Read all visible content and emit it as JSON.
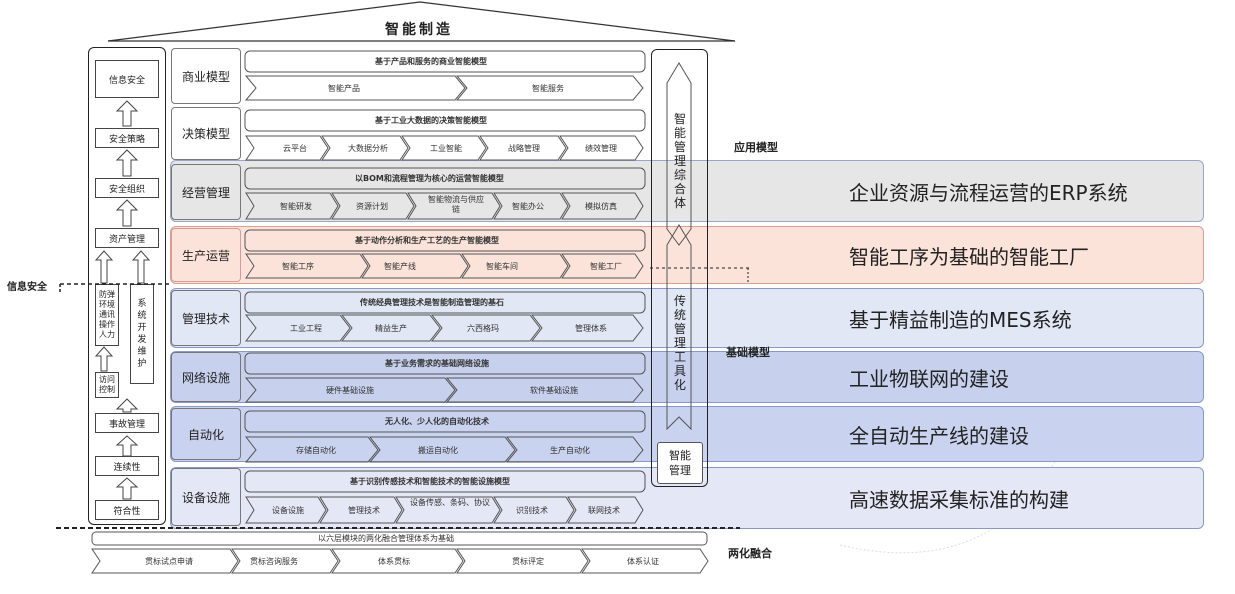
{
  "roof_title": "智能制造",
  "left_column": {
    "items": [
      "信息安全",
      "安全策略",
      "安全组织",
      "资产管理",
      "访问控制",
      "事故管理",
      "连续性",
      "符合性"
    ],
    "vert_a": "防弹环境通讯操作人力",
    "vert_b": "系统开发维护"
  },
  "side_label": "信息安全",
  "rows": [
    {
      "cat": "商业模型",
      "header": "基于产品和服务的商业智能模型",
      "items": [
        "智能产品",
        "智能服务"
      ]
    },
    {
      "cat": "决策模型",
      "header": "基于工业大数据的决策智能模型",
      "items": [
        "云平台",
        "大数据分析",
        "工业智能",
        "战略管理",
        "绩效管理"
      ]
    },
    {
      "cat": "经营管理",
      "header": "以BOM和流程管理为核心的运营智能模型",
      "items": [
        "智能研发",
        "资源计划",
        "智能物流与供应链",
        "智能办公",
        "模拟仿真"
      ]
    },
    {
      "cat": "生产运营",
      "header": "基于动作分析和生产工艺的生产智能模型",
      "items": [
        "智能工序",
        "智能产线",
        "智能车间",
        "智能工厂"
      ]
    },
    {
      "cat": "管理技术",
      "header": "传统经典管理技术是智能制造管理的基石",
      "items": [
        "工业工程",
        "精益生产",
        "六西格玛",
        "管理体系"
      ]
    },
    {
      "cat": "网络设施",
      "header": "基于业务需求的基础网络设施",
      "items": [
        "硬件基础设施",
        "软件基础设施"
      ]
    },
    {
      "cat": "自动化",
      "header": "无人化、少人化的自动化技术",
      "items": [
        "存储自动化",
        "搬运自动化",
        "生产自动化"
      ]
    },
    {
      "cat": "设备设施",
      "header": "基于识别传感技术和智能技术的智能设施模型",
      "items": [
        "设备设施",
        "管理技术",
        "设备传感、条码、协议",
        "识别技术",
        "联网技术"
      ]
    }
  ],
  "right_column": {
    "top": "智能管理综合体",
    "mid": "传统管理工具化",
    "bottom": "智能管理"
  },
  "labels": {
    "app_model": "应用模型",
    "base_model": "基础模型",
    "fusion": "两化融合"
  },
  "bands": [
    "企业资源与流程运营的ERP系统",
    "智能工序为基础的智能工厂",
    "基于精益制造的MES系统",
    "工业物联网的建设",
    "全自动生产线的建设",
    "高速数据采集标准的构建"
  ],
  "bottom_bar": {
    "header": "以六层模块的两化融合管理体系为基础",
    "items": [
      "贯标试点申请",
      "贯标咨询服务",
      "体系贯标",
      "贯标评定",
      "体系认证"
    ]
  },
  "colors": {
    "erp": "#e6e6e6",
    "factory": "#fbe3da",
    "mes": "#e2e7f5",
    "iot": "#c7d1ee",
    "auto": "#c9d2ee",
    "data": "#e4e8f6",
    "border_blue": "#8899c8"
  }
}
